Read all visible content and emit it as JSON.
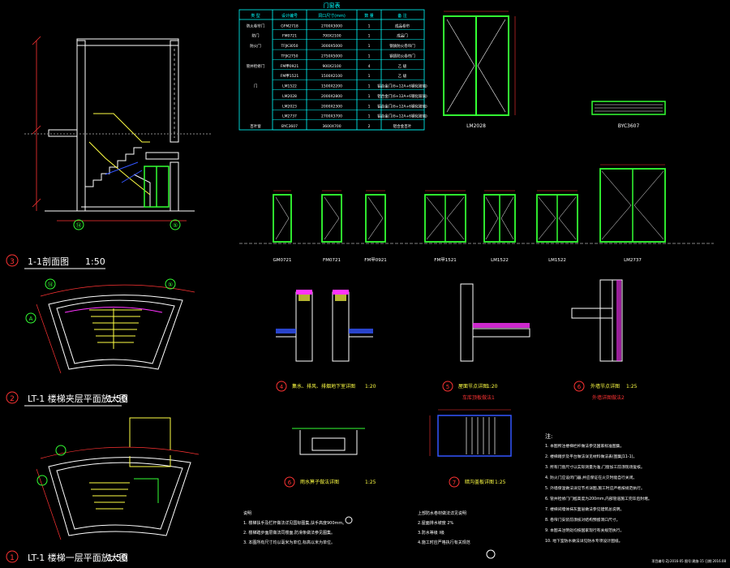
{
  "colors": {
    "background": "#000000",
    "wall": "#ffffff",
    "door": "#33ff33",
    "dim": "#ff3333",
    "table": "#00ffff",
    "text": "#ffffff",
    "yellow": "#ffff44",
    "magenta": "#ff33ff",
    "blue": "#3355ff"
  },
  "door_table": {
    "title": "门窗表",
    "headers": [
      "类 型",
      "设计编号",
      "洞口尺寸(mm)",
      "数 量",
      "备 注"
    ],
    "rows": [
      [
        "防火卷帘门",
        "GFM2718",
        "2700X3000",
        "1",
        "成品卷帘"
      ],
      [
        "防门",
        "FM0721",
        "700X2100",
        "1",
        "成品门"
      ],
      [
        "防火门",
        "TFJK3050",
        "3000X5000",
        "1",
        "钢质防火卷帘门"
      ],
      [
        "",
        "TFJK2750",
        "2750X5000",
        "1",
        "钢质防火卷帘门"
      ],
      [
        "管井检修门",
        "FM甲0921",
        "900X2100",
        "4",
        "乙 级"
      ],
      [
        "",
        "FM甲1521",
        "1500X2100",
        "1",
        "乙 级"
      ],
      [
        "门",
        "LM1522",
        "1500X2200",
        "1",
        "铝合金门(6+12A+6钢化玻璃)"
      ],
      [
        "",
        "LM2028",
        "2000X2800",
        "1",
        "铝合金门(6+12A+6钢化玻璃)"
      ],
      [
        "",
        "LM2023",
        "2000X2300",
        "1",
        "铝合金门(6+12A+6钢化玻璃)"
      ],
      [
        "",
        "LM2737",
        "2700X3700",
        "1",
        "铝合金门(6+12A+6钢化玻璃)"
      ],
      [
        "百叶窗",
        "BYC3607",
        "3600X700",
        "2",
        "铝合金百叶"
      ]
    ]
  },
  "elevations": {
    "large_door": "LM2028",
    "louver": "BYC3607",
    "doors": [
      "GM0721",
      "FM0721",
      "FM甲0921",
      "FM甲1521",
      "LM1522",
      "LM1522",
      "LM2737"
    ]
  },
  "drawings": {
    "section": {
      "num": "3",
      "title": "1-1剖面图",
      "scale": "1:50"
    },
    "plan_top": {
      "num": "2",
      "title": "LT-1 楼梯夹层平面放大图",
      "scale": "1:50"
    },
    "plan_bottom": {
      "num": "1",
      "title": "LT-1 楼梯一层平面放大图",
      "scale": "1:50"
    },
    "detail_4": {
      "num": "4",
      "title": "集水、排风、排烟地下室详图",
      "scale": "1:20"
    },
    "detail_5": {
      "num": "5",
      "title": "屋面节点详图",
      "scale": "1:20"
    },
    "detail_6": {
      "num": "6",
      "title": "外墙节点详图",
      "scale": "1:25"
    },
    "detail_6_sub": "外墙详图做法2",
    "detail_5_sub": "车库顶板做法1",
    "detail_7": {
      "num": "6",
      "title": "雨水箅子做法详图",
      "scale": "1:25"
    },
    "detail_8": {
      "num": "7",
      "title": "暗沟盖板详图",
      "scale": "1:25"
    }
  },
  "axes": {
    "section_left": "⑭",
    "section_right": "⑤",
    "plan_a": "A",
    "plan_b": "⑭",
    "plan_c": "⑤"
  },
  "notes": {
    "title": "注:",
    "items": [
      "1. 本图所注楼梯栏杆做法参见国家标准图集。",
      "2. 楼梯踏步及平台做法详见材料做法表(图集J11-1)。",
      "3. 所有门窗尺寸以实际测量为准,门窗加工前须现场复核。",
      "4. 防火门应设闭门器,并应保证在火灾时能自行关闭。",
      "5. 外墙保温做法详见节点详图,施工时应严格按规范执行。",
      "6. 管井检修门门槛高度为200mm,内部管道施工完毕后封堵。",
      "7. 楼梯间墙体抹灰面层做法参见建筑总说明。",
      "8. 卷帘门安装前须核对结构预留洞口尺寸。",
      "9. 本图未注明处均按国家现行有关规范执行。",
      "10. 地下室防水做法详见防水专项设计图纸。"
    ]
  },
  "bottom_notes": [
    "说明",
    "1. 楼梯扶手及栏杆做法详见国标图集,扶手高度900mm。",
    "2. 楼梯踏步面层做法同楼面,防滑条做法参见图集。",
    "3. 本图所有尺寸均以毫米为单位,标高以米为单位。"
  ],
  "bottom_mid": [
    "上部防水卷材做法详见说明",
    "2.屋面排水坡度 2%",
    "3.防水等级 I级",
    "4.施工时应严格执行有关规范"
  ],
  "footer": "项目编号:ZJ-2016-05 图号:建施-15 日期:2016.08"
}
